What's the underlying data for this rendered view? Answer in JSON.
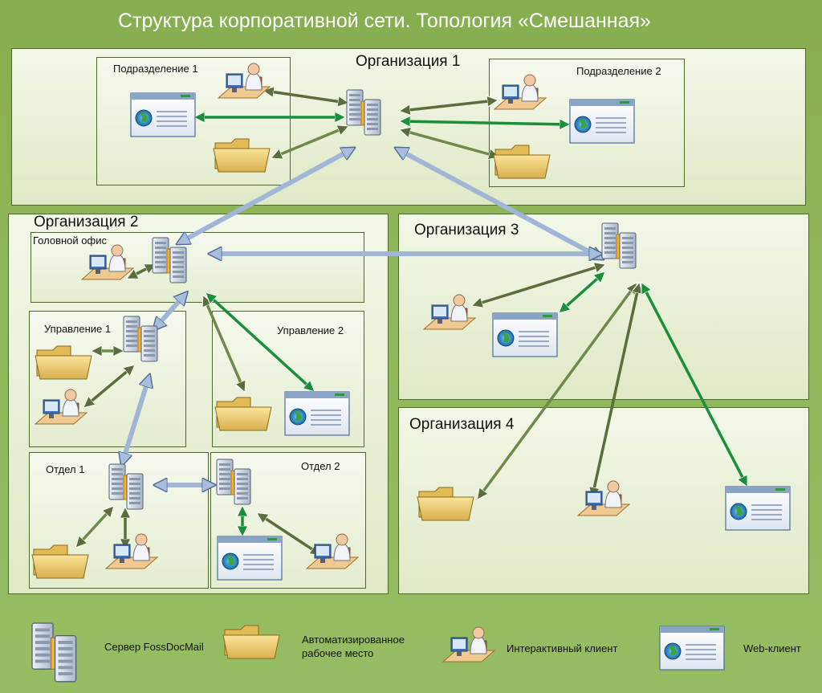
{
  "title": "Структура корпоративной сети. Топология «Смешанная»",
  "org1": {
    "label": "Организация 1",
    "sub1": "Подразделение 1",
    "sub2": "Подразделение 2"
  },
  "org2": {
    "label": "Организация 2",
    "head": "Головной офис",
    "mgmt1": "Управление 1",
    "mgmt2": "Управление 2",
    "dep1": "Отдел 1",
    "dep2": "Отдел 2"
  },
  "org3": {
    "label": "Организация 3"
  },
  "org4": {
    "label": "Организация 4"
  },
  "legend": {
    "server": "Сервер FossDocMail",
    "workstation_line1": "Автоматизированное",
    "workstation_line2": "рабочее место",
    "interactive": "Интерактивный клиент",
    "web": "Web-клиент"
  },
  "colors": {
    "background": "#8fb659",
    "box": "#e7efd4",
    "green_link": "#1a8f3a",
    "blue_link": "#9fb6d6",
    "dark_link": "#5a6e3c"
  },
  "icons": [
    "server-icon",
    "folder-icon",
    "interactive-client-icon",
    "web-client-icon"
  ]
}
